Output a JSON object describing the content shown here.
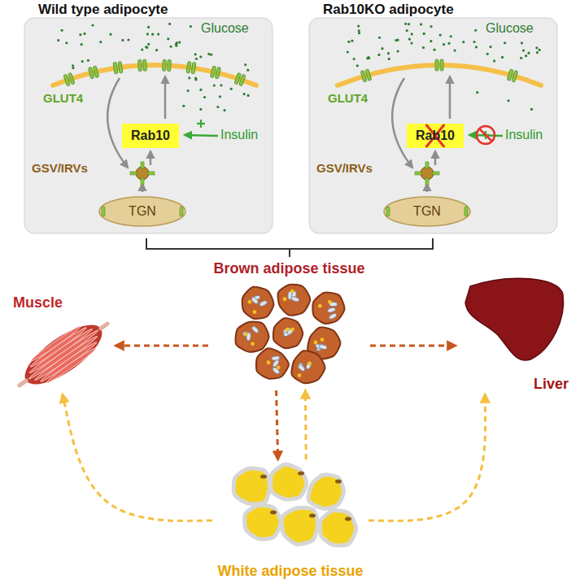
{
  "diagram": {
    "nodes": [
      {
        "text": [
          "Wild type adipocyte"
        ]
      },
      {
        "text": [
          "Rab10"
        ],
        "in": 0
      },
      {
        "text": [
          "TGN"
        ],
        "in": 0
      },
      {
        "text": [
          "Rab10KO adipocyte"
        ]
      },
      {
        "text": [
          "Rab10"
        ],
        "in": 3
      },
      {
        "text": [
          "TGN"
        ],
        "in": 3
      },
      {
        "text": [
          "Brown adipose tissue"
        ]
      },
      {
        "text": [
          "Muscle"
        ]
      },
      {
        "text": [
          "Liver"
        ]
      },
      {
        "text": [
          "White adipose tissue"
        ]
      }
    ],
    "edges": [
      {
        "from": 6,
        "to": 7,
        "arrow": "to"
      },
      {
        "from": 6,
        "to": 8,
        "arrow": "to"
      },
      {
        "from": 6,
        "to": 9,
        "arrow": "to"
      },
      {
        "from": 9,
        "to": 6,
        "arrow": "to"
      },
      {
        "from": 9,
        "to": 7,
        "arrow": "to"
      },
      {
        "from": 9,
        "to": 8,
        "arrow": "to"
      }
    ],
    "labels": [
      "Glucose",
      "GLUT4",
      "Insulin",
      "GSV/IRVs",
      "Glucose",
      "GLUT4",
      "Insulin",
      "GSV/IRVs"
    ]
  }
}
